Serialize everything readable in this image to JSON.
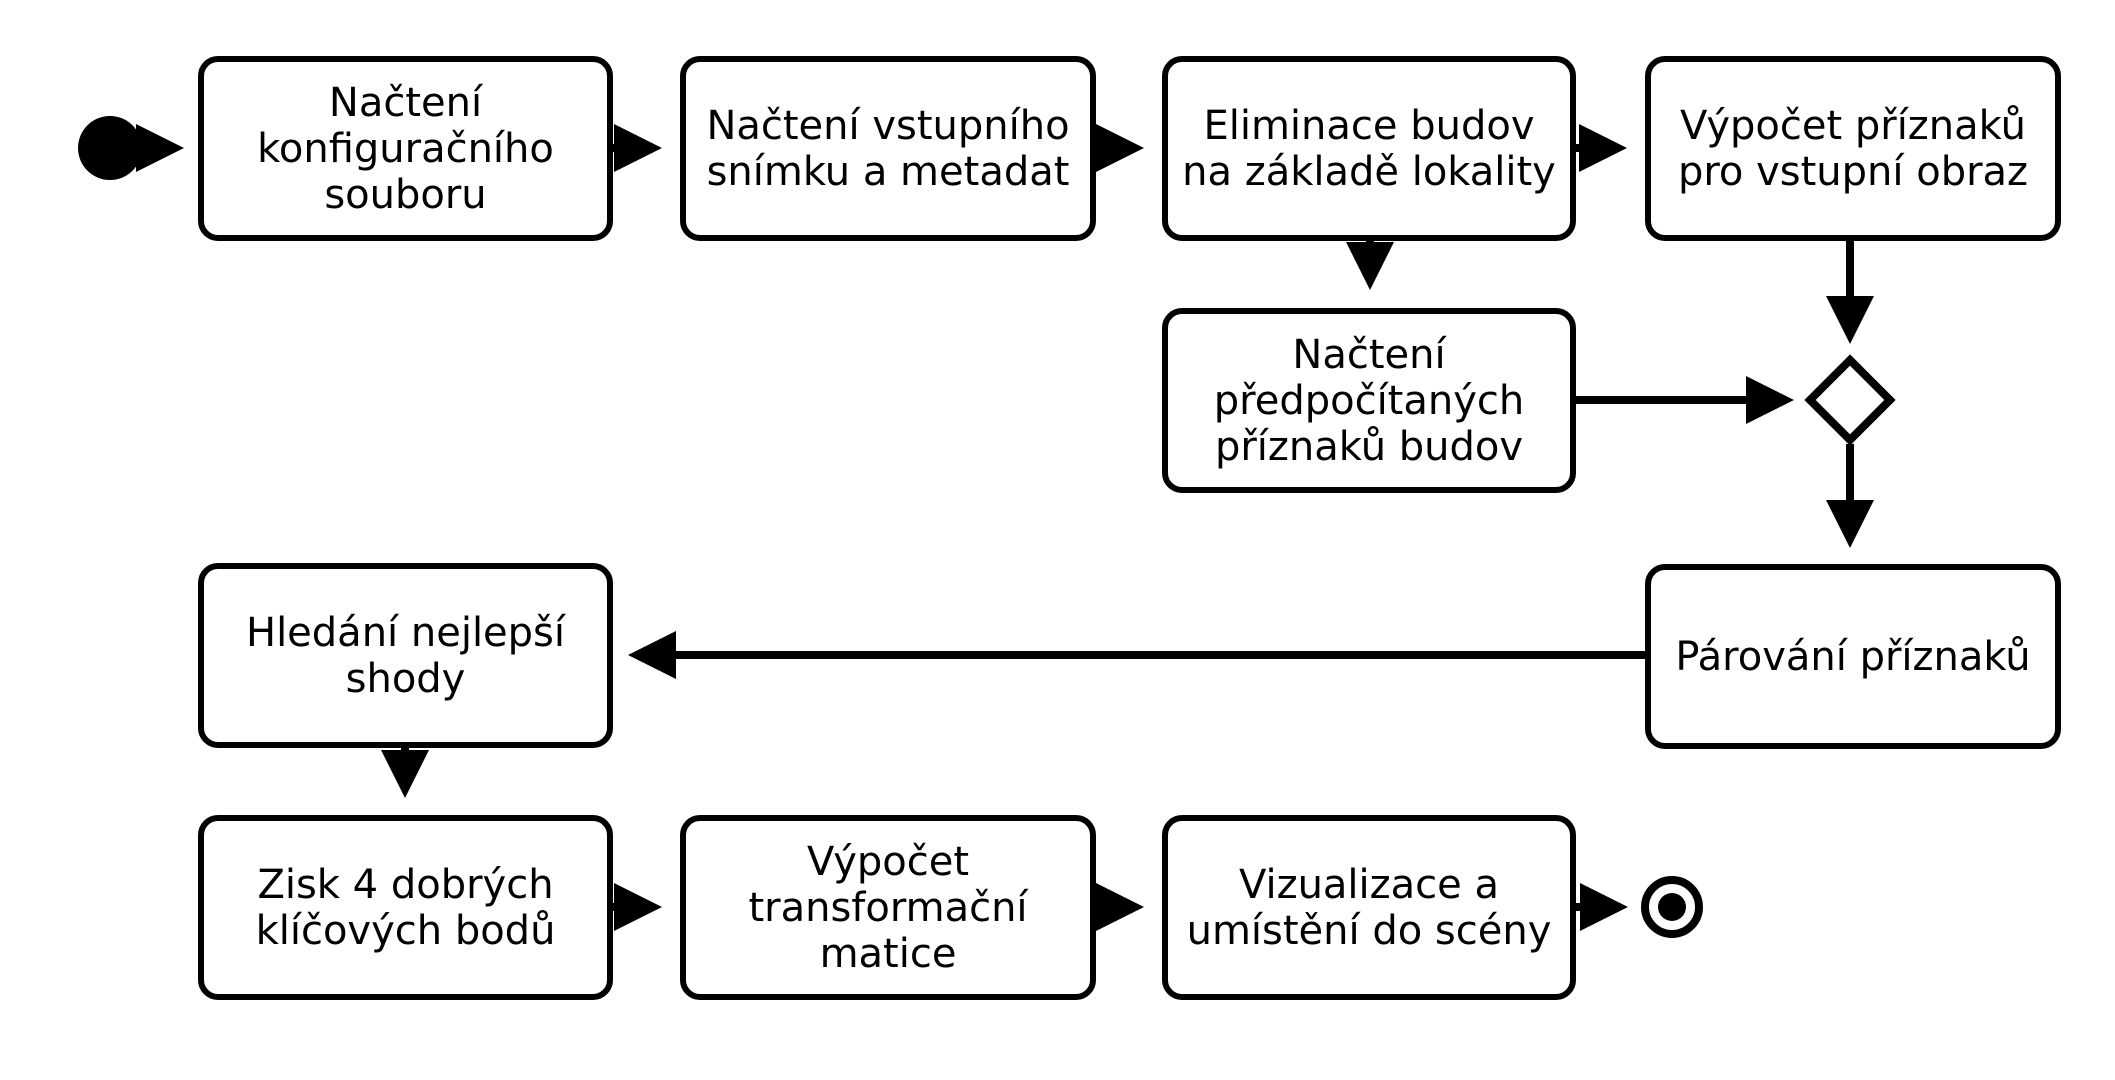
{
  "diagram": {
    "nodes": {
      "load_config": "Načtení\nkonfiguračního\nsouboru",
      "load_image": "Načtení vstupního\nsnímku a metadat",
      "eliminate": "Eliminace budov\nna základě lokality",
      "compute_features": "Výpočet příznaků\npro vstupní obraz",
      "load_precomputed": "Načtení\npředpočítaných\npříznaků budov",
      "matching": "Párování příznaků",
      "best_match": "Hledání nejlepší\nshody",
      "keypoints": "Zisk 4 dobrých\nklíčových bodů",
      "transform": "Výpočet\ntransformační\nmatice",
      "visualize": "Vizualizace a\numístění do scény"
    }
  }
}
